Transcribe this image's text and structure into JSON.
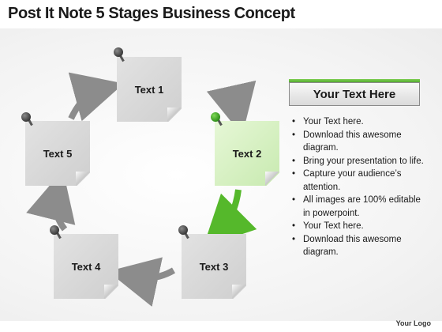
{
  "title": "Post It Note 5 Stages Business Concept",
  "notes": [
    {
      "label": "Text 1",
      "highlighted": false
    },
    {
      "label": "Text 2",
      "highlighted": true
    },
    {
      "label": "Text 3",
      "highlighted": false
    },
    {
      "label": "Text 4",
      "highlighted": false
    },
    {
      "label": "Text 5",
      "highlighted": false
    }
  ],
  "panel": {
    "heading": "Your Text Here",
    "bullets": [
      "Your Text here.",
      "Download this awesome diagram.",
      "Bring your presentation to life.",
      "Capture your audience’s attention.",
      "All images are 100% editable in powerpoint.",
      "Your Text here.",
      "Download this awesome diagram."
    ]
  },
  "footer": "Your Logo",
  "colors": {
    "accent_green": "#4fae2a",
    "note_gray": "#d6d6d6",
    "note_green": "#d4f0bf",
    "arrow_gray": "#8c8c8c"
  }
}
